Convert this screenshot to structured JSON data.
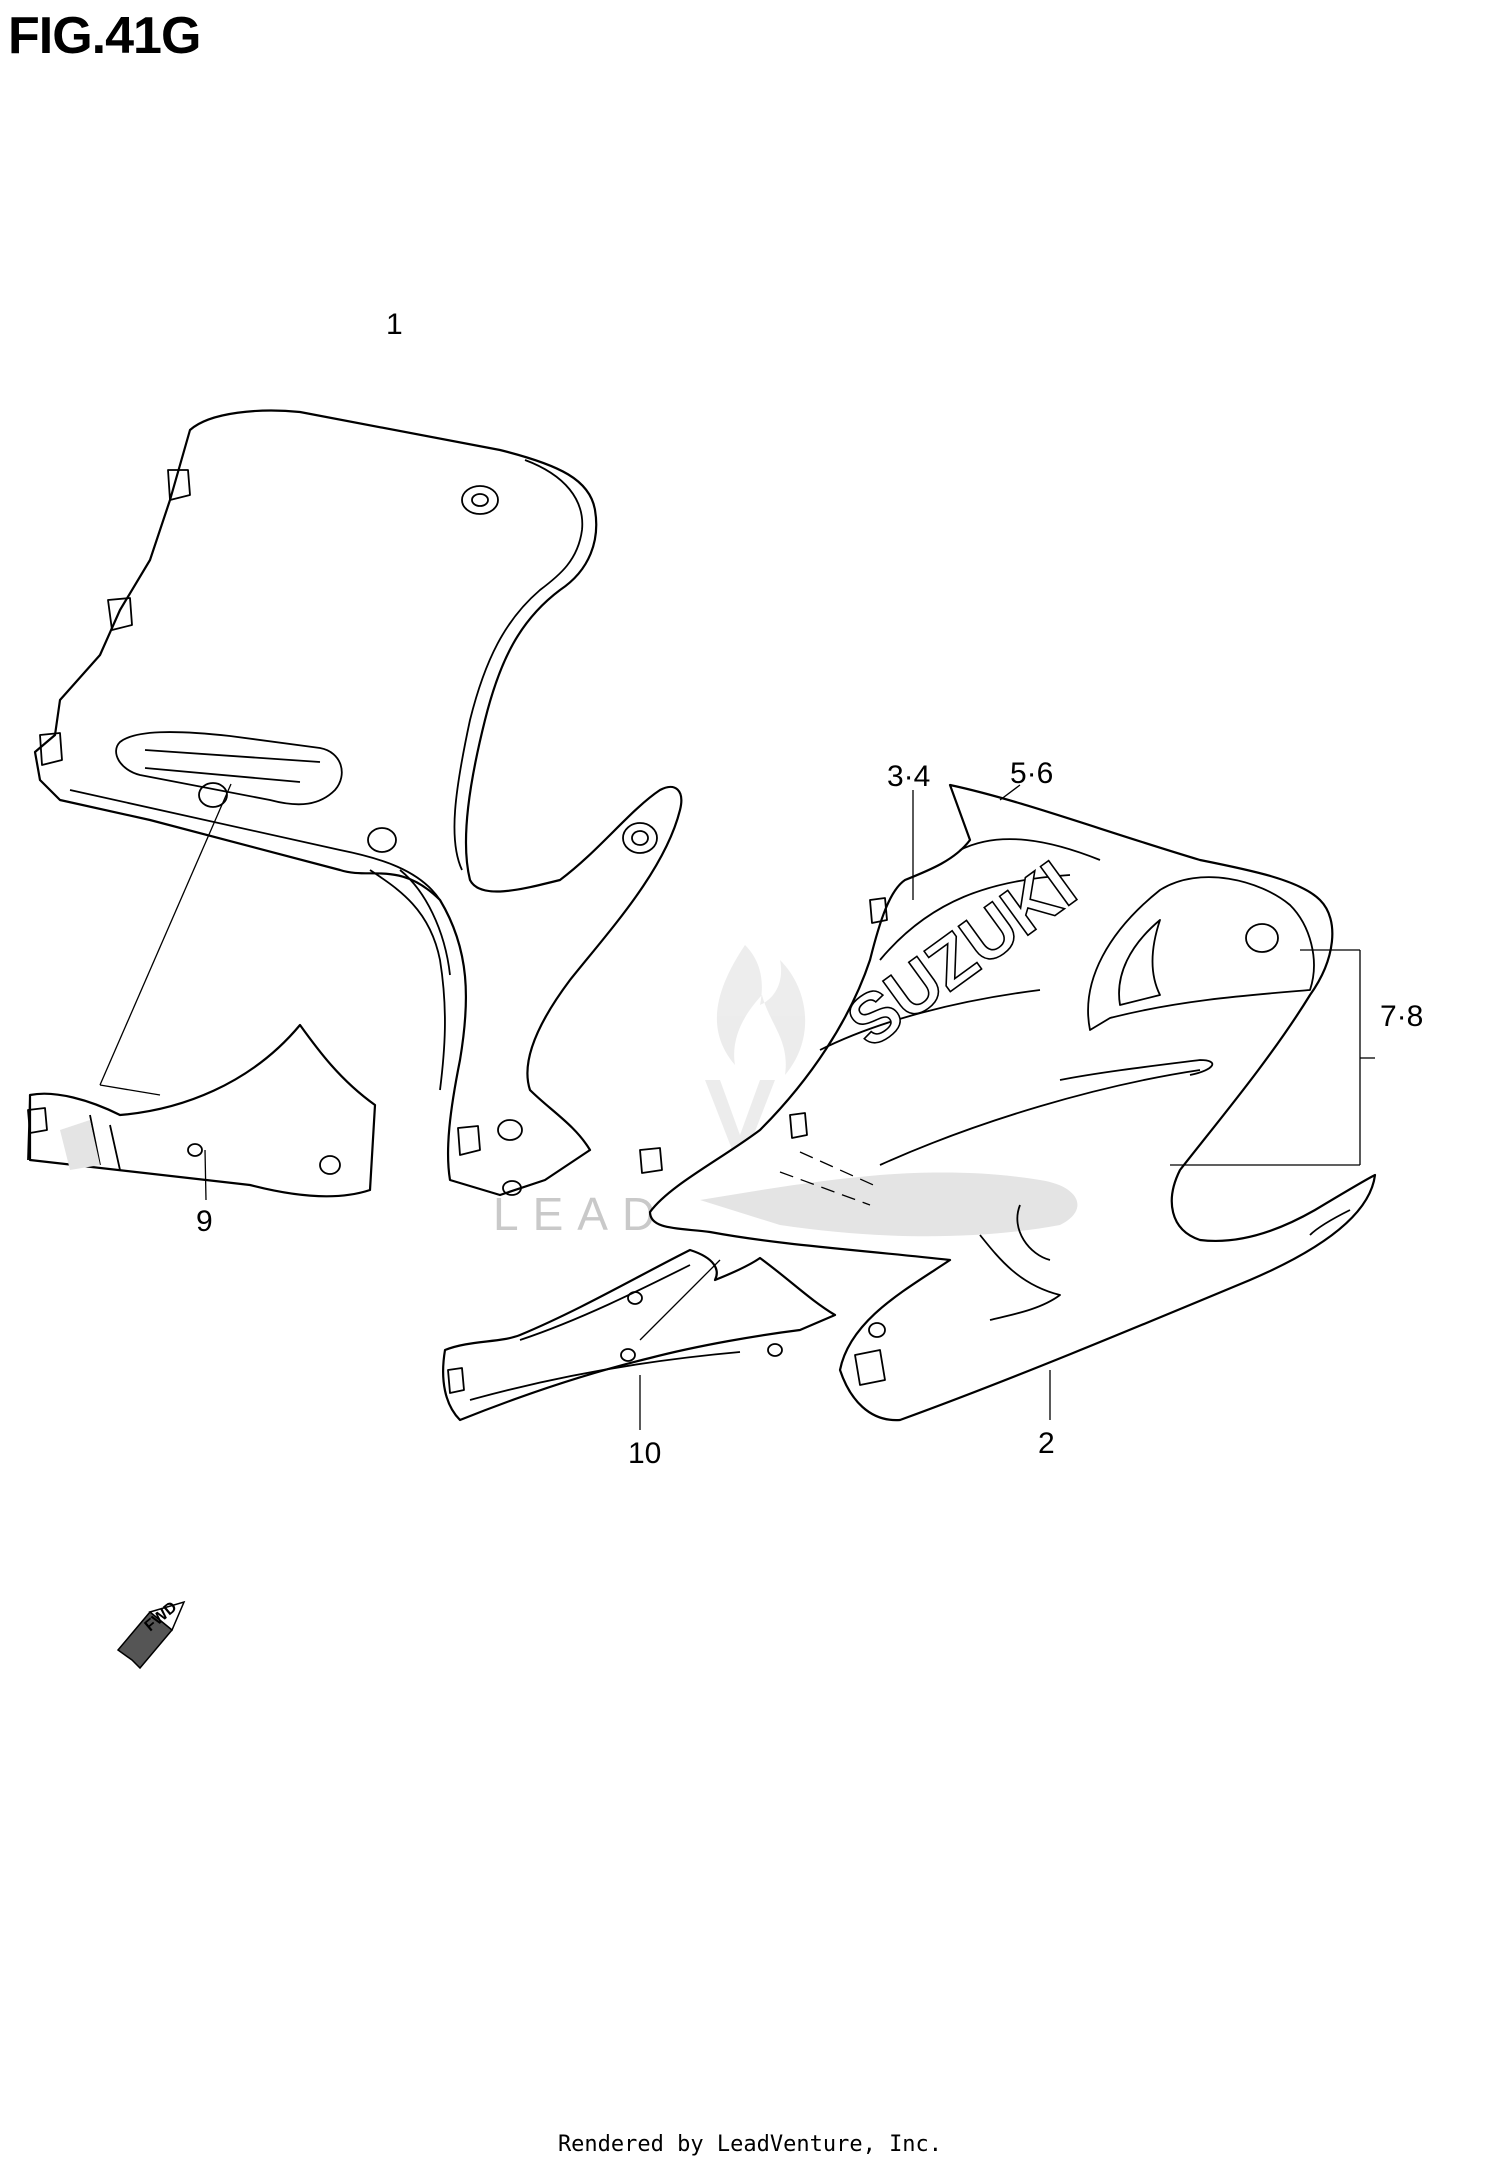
{
  "figure": {
    "title": "FIG.41G"
  },
  "callouts": {
    "c1": "1",
    "c2": "2",
    "c34": "3·4",
    "c56": "5·6",
    "c78": "7·8",
    "c9": "9",
    "c10": "10"
  },
  "decal_text": "SUZUKI",
  "watermark_text": "LEADVENTURE",
  "forward_label": "FWD",
  "footer": "Rendered by LeadVenture, Inc."
}
